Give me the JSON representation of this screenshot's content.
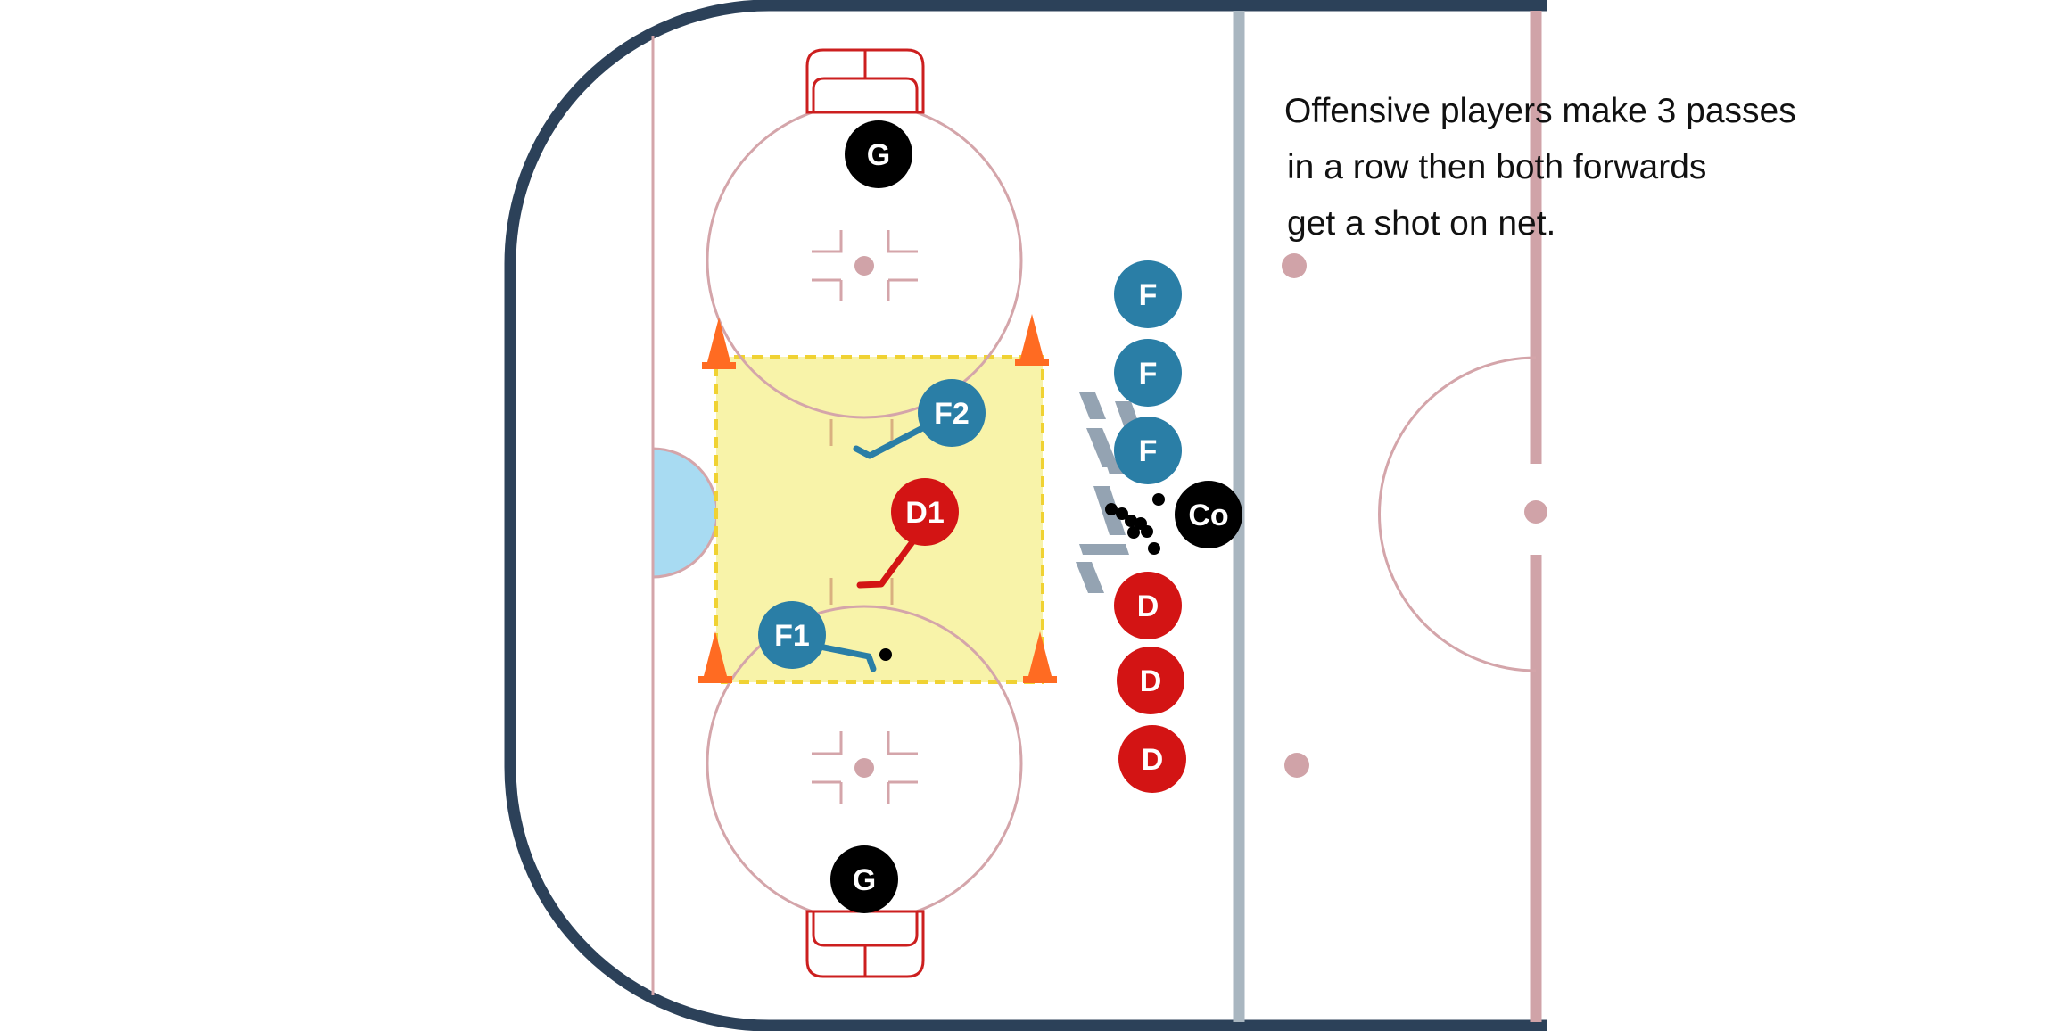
{
  "instructions": {
    "line1": "Offensive players make 3 passes",
    "line2": "in a row then both forwards",
    "line3": "get a shot on net."
  },
  "colors": {
    "board": "#2c4159",
    "ice": "#ffffff",
    "rink_line": "#d4a5aa",
    "center_line": "#d0a3a8",
    "blue_line": "#a9b6c0",
    "crease": "#a8dbf2",
    "goal_net": "#cc1f1f",
    "drill_zone": "#f8f2a4",
    "drill_zone_border": "#f0d233",
    "cone": "#ff6b22",
    "forward": "#2a7ea6",
    "defense": "#d31414",
    "goalie": "#000000",
    "coach": "#000000",
    "puck": "#000000",
    "watermark": "#94a3b2"
  },
  "players": {
    "goalie_top": "G",
    "goalie_bottom": "G",
    "f2": "F2",
    "d1": "D1",
    "f1": "F1",
    "forward_line_1": "F",
    "forward_line_2": "F",
    "forward_line_3": "F",
    "coach": "Co",
    "defense_line_1": "D",
    "defense_line_2": "D",
    "defense_line_3": "D"
  },
  "equipment": {
    "cones": 4,
    "pucks_with_coach": 8,
    "pucks_with_f1": 1
  },
  "icons": {
    "watermark_logo": "ihs-logo",
    "cone": "traffic-cone-icon",
    "stick": "hockey-stick-icon",
    "puck": "puck-icon",
    "net": "goal-net-icon"
  },
  "watermark": {
    "text": "IHS"
  }
}
